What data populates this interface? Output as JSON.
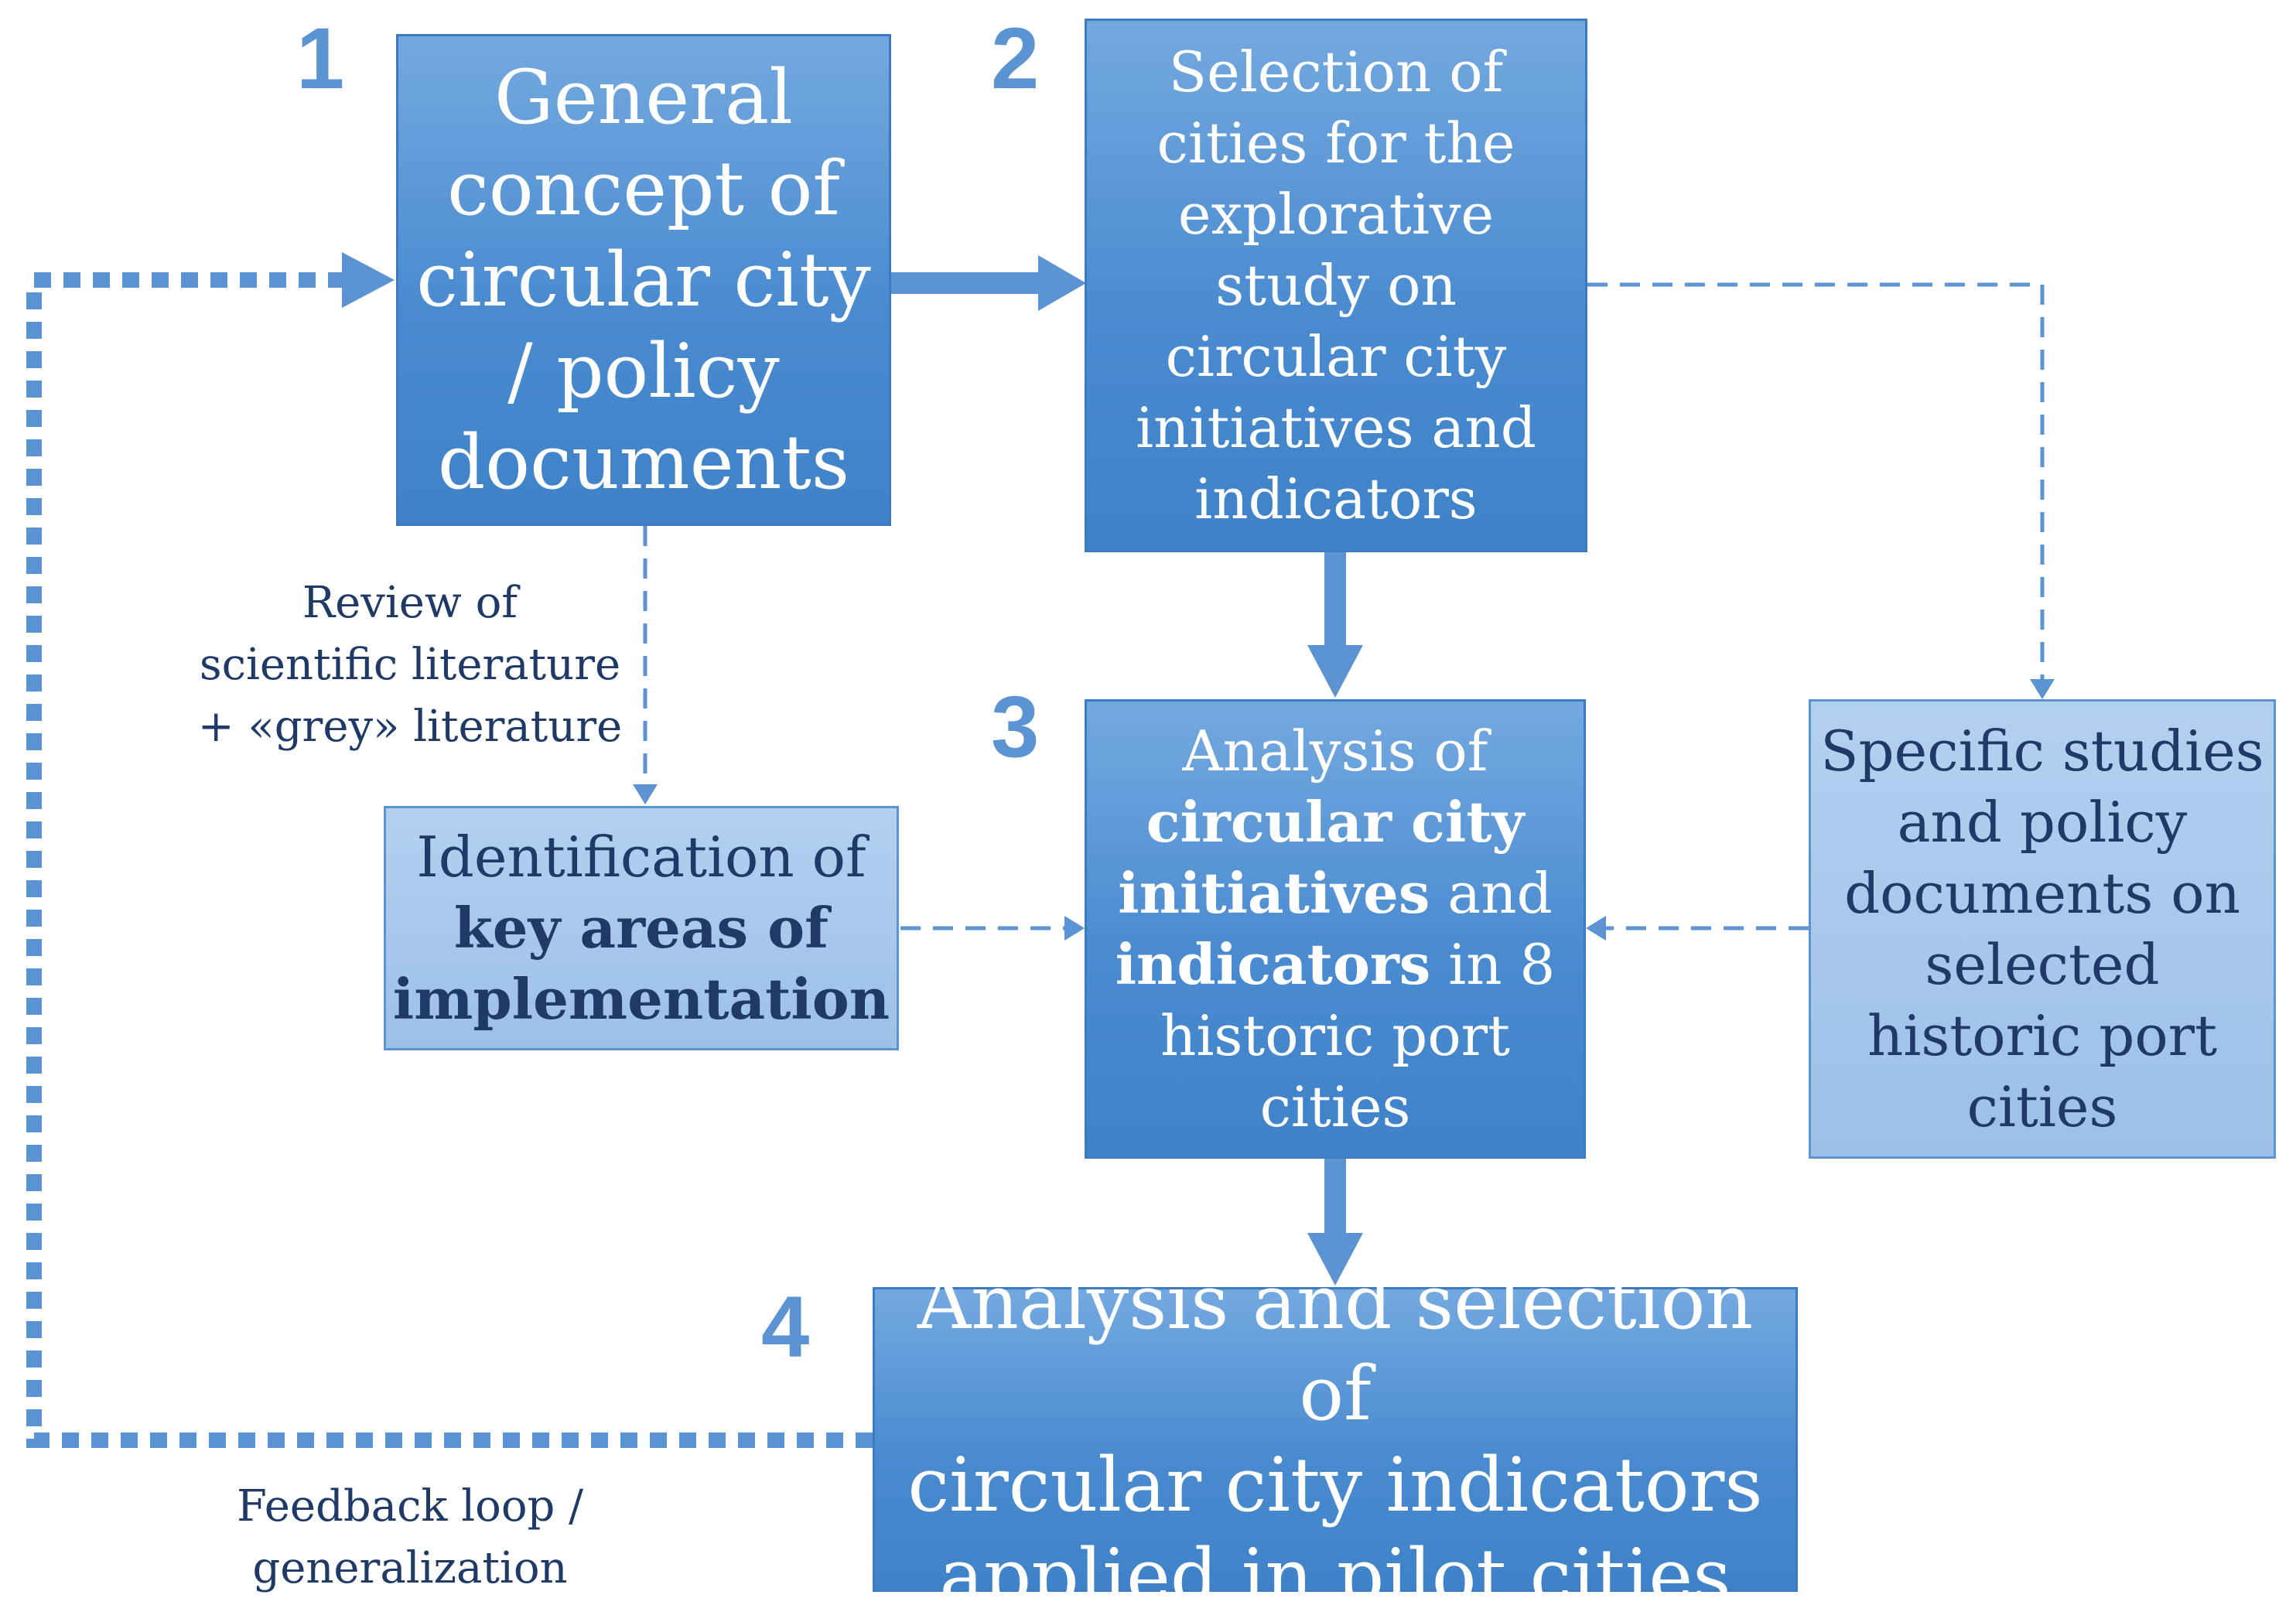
{
  "step_numbers": [
    "1",
    "2",
    "3",
    "4"
  ],
  "box1": {
    "lines": [
      "General",
      "concept of",
      "circular city",
      "/ policy",
      "documents"
    ]
  },
  "box2": {
    "lines": [
      "Selection of",
      "cities for the",
      "explorative",
      "study on",
      "circular city",
      "initiatives and",
      "indicators"
    ]
  },
  "box3": {
    "line1": "Analysis of",
    "line2_bold": "circular city",
    "line3_bold": "initiatives",
    "line3_rest": " and",
    "line4_bold": "indicators",
    "line4_rest": " in 8",
    "line5": "historic port",
    "line6": "cities"
  },
  "box4": {
    "lines": [
      "Analysis and selection of",
      "circular city indicators",
      "applied in pilot cities"
    ]
  },
  "key_areas": {
    "line1": "Identification of",
    "line2_bold": "key areas of",
    "line3_bold": "implementation"
  },
  "specific_studies": {
    "lines": [
      "Specific studies",
      "and policy",
      "documents on",
      "selected",
      "historic port",
      "cities"
    ]
  },
  "review_label": {
    "lines": [
      "Review of",
      "scientific literature",
      "+ «grey» literature"
    ]
  },
  "feedback_label": {
    "lines": [
      "Feedback loop /",
      "generalization"
    ]
  },
  "colors": {
    "primary_box": "#4a8bd0",
    "secondary_box": "#9dc0e8",
    "arrow": "#5b93d3",
    "number": "#5b93d3",
    "label_text": "#1f3a66"
  }
}
